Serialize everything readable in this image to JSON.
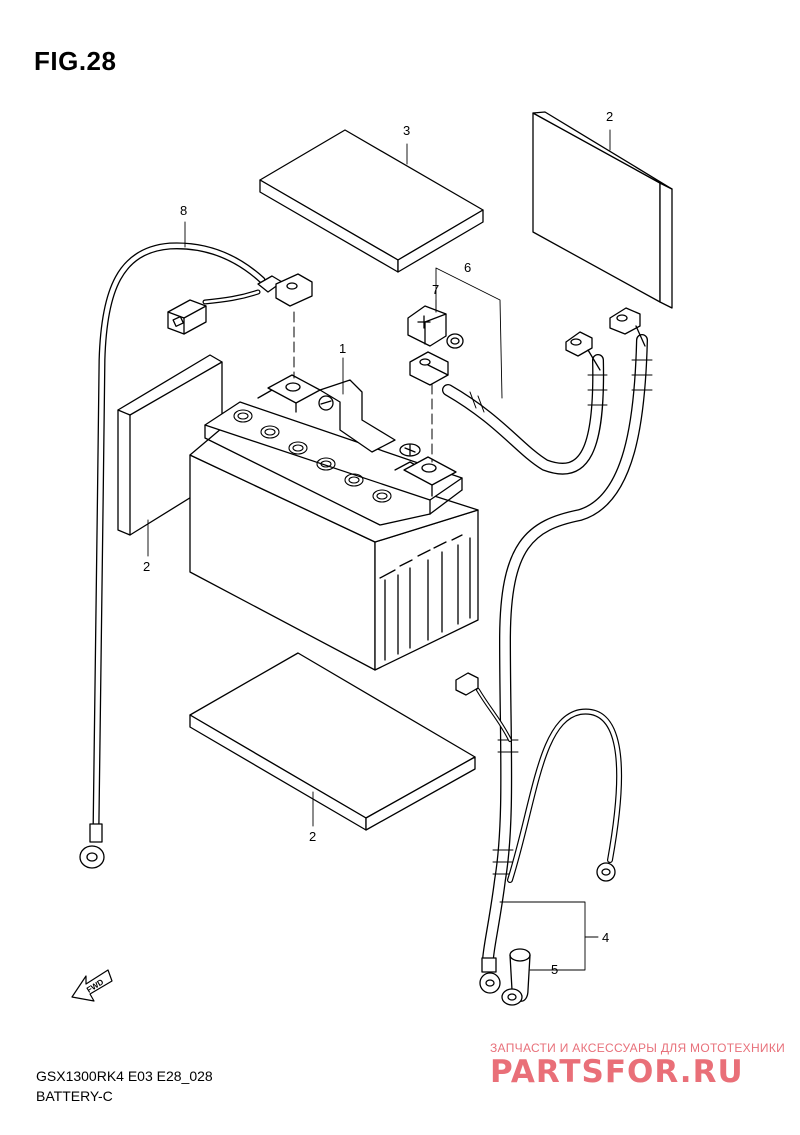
{
  "figure": {
    "title": "FIG.28",
    "model_code": "GSX1300RK4 E03 E28_028",
    "section": "BATTERY-C"
  },
  "callouts": [
    {
      "id": "c1",
      "number": "1"
    },
    {
      "id": "c2a",
      "number": "2"
    },
    {
      "id": "c2b",
      "number": "2"
    },
    {
      "id": "c2c",
      "number": "2"
    },
    {
      "id": "c3",
      "number": "3"
    },
    {
      "id": "c4",
      "number": "4"
    },
    {
      "id": "c5",
      "number": "5"
    },
    {
      "id": "c6",
      "number": "6"
    },
    {
      "id": "c7",
      "number": "7"
    },
    {
      "id": "c8",
      "number": "8"
    }
  ],
  "direction_indicator": {
    "label": "FWD",
    "icon": "forward-arrow-icon"
  },
  "watermark": {
    "tagline": "ЗАПЧАСТИ И АКСЕССУАРЫ ДЛЯ МОТОТЕХНИКИ",
    "logo": "PARTSFOR.RU",
    "color": "#e2404c"
  }
}
